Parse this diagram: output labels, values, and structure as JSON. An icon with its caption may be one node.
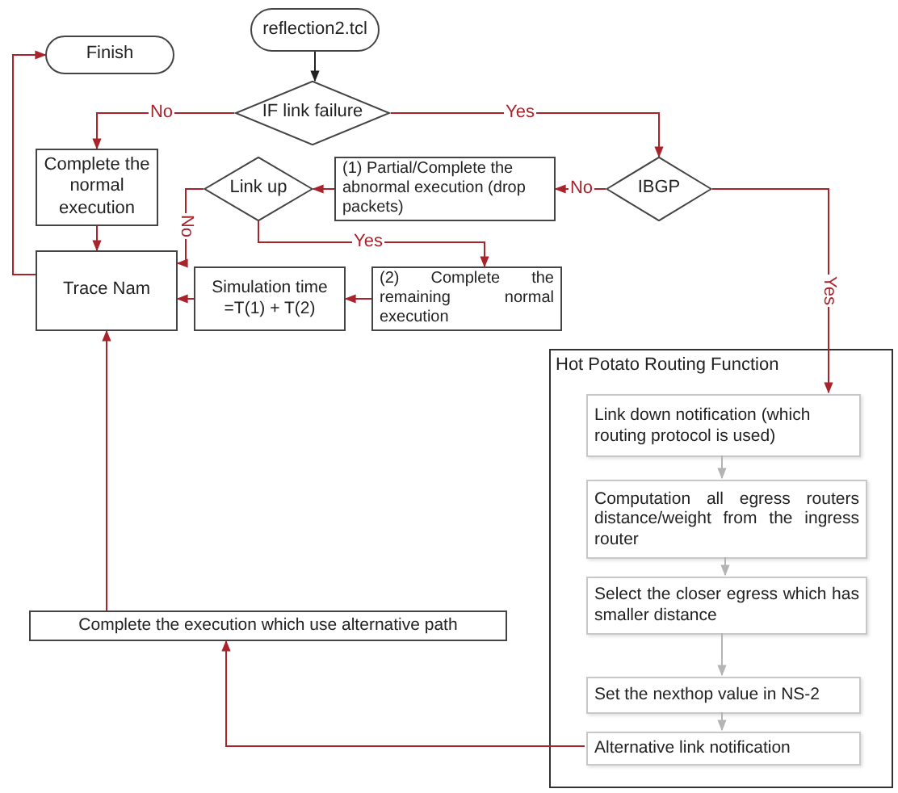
{
  "diagram": {
    "nodes": [
      {
        "text": [
          "reflection2.tcl"
        ]
      },
      {
        "text": [
          "Finish"
        ]
      },
      {
        "text": [
          "IF link failure"
        ]
      },
      {
        "text": [
          "Complete the normal execution"
        ]
      },
      {
        "text": [
          "Link up"
        ]
      },
      {
        "text": [
          "(1) Partial/Complete the abnormal execution (drop packets)"
        ]
      },
      {
        "text": [
          "IBGP"
        ]
      },
      {
        "text": [
          "Trace Nam"
        ]
      },
      {
        "text": [
          "Simulation time =T(1) + T(2)"
        ]
      },
      {
        "text": [
          "(2) Complete the remaining normal execution"
        ]
      },
      {
        "text": [
          "Hot Potato Routing Function"
        ]
      },
      {
        "text": [
          "Link down notification (which routing protocol is used)"
        ],
        "in": 10
      },
      {
        "text": [
          "Computation  all egress routers distance/weight from the ingress router"
        ],
        "in": 10
      },
      {
        "text": [
          "Select the closer egress which has smaller distance"
        ],
        "in": 10
      },
      {
        "text": [
          "Set the nexthop value in NS-2"
        ],
        "in": 10
      },
      {
        "text": [
          "Alternative link  notification"
        ],
        "in": 10
      },
      {
        "text": [
          "Complete the execution which use alternative path"
        ]
      }
    ],
    "edges": [
      {
        "from": 0,
        "to": 2,
        "arrow": "to",
        "color": "#222222"
      },
      {
        "from": 2,
        "to": 3,
        "arrow": "to",
        "label": "No"
      },
      {
        "from": 2,
        "to": 6,
        "arrow": "to",
        "label": "Yes"
      },
      {
        "from": 6,
        "to": 5,
        "arrow": "to",
        "label": "No"
      },
      {
        "from": 5,
        "to": 4,
        "arrow": "to"
      },
      {
        "from": 4,
        "to": 7,
        "arrow": "to",
        "label": "No"
      },
      {
        "from": 4,
        "to": 9,
        "arrow": "to",
        "label": "Yes"
      },
      {
        "from": 9,
        "to": 8,
        "arrow": "to"
      },
      {
        "from": 8,
        "to": 7,
        "arrow": "to"
      },
      {
        "from": 3,
        "to": 7,
        "arrow": "to"
      },
      {
        "from": 7,
        "to": 1,
        "arrow": "to"
      },
      {
        "from": 6,
        "to": 11,
        "arrow": "to",
        "label": "Yes"
      },
      {
        "from": 11,
        "to": 12,
        "arrow": "to",
        "color": "#b4b4b4"
      },
      {
        "from": 12,
        "to": 13,
        "arrow": "to",
        "color": "#b4b4b4"
      },
      {
        "from": 13,
        "to": 14,
        "arrow": "to",
        "color": "#b4b4b4"
      },
      {
        "from": 14,
        "to": 15,
        "arrow": "to",
        "color": "#b4b4b4"
      },
      {
        "from": 15,
        "to": 16,
        "arrow": "to"
      },
      {
        "from": 16,
        "to": 7,
        "arrow": "to"
      }
    ]
  }
}
